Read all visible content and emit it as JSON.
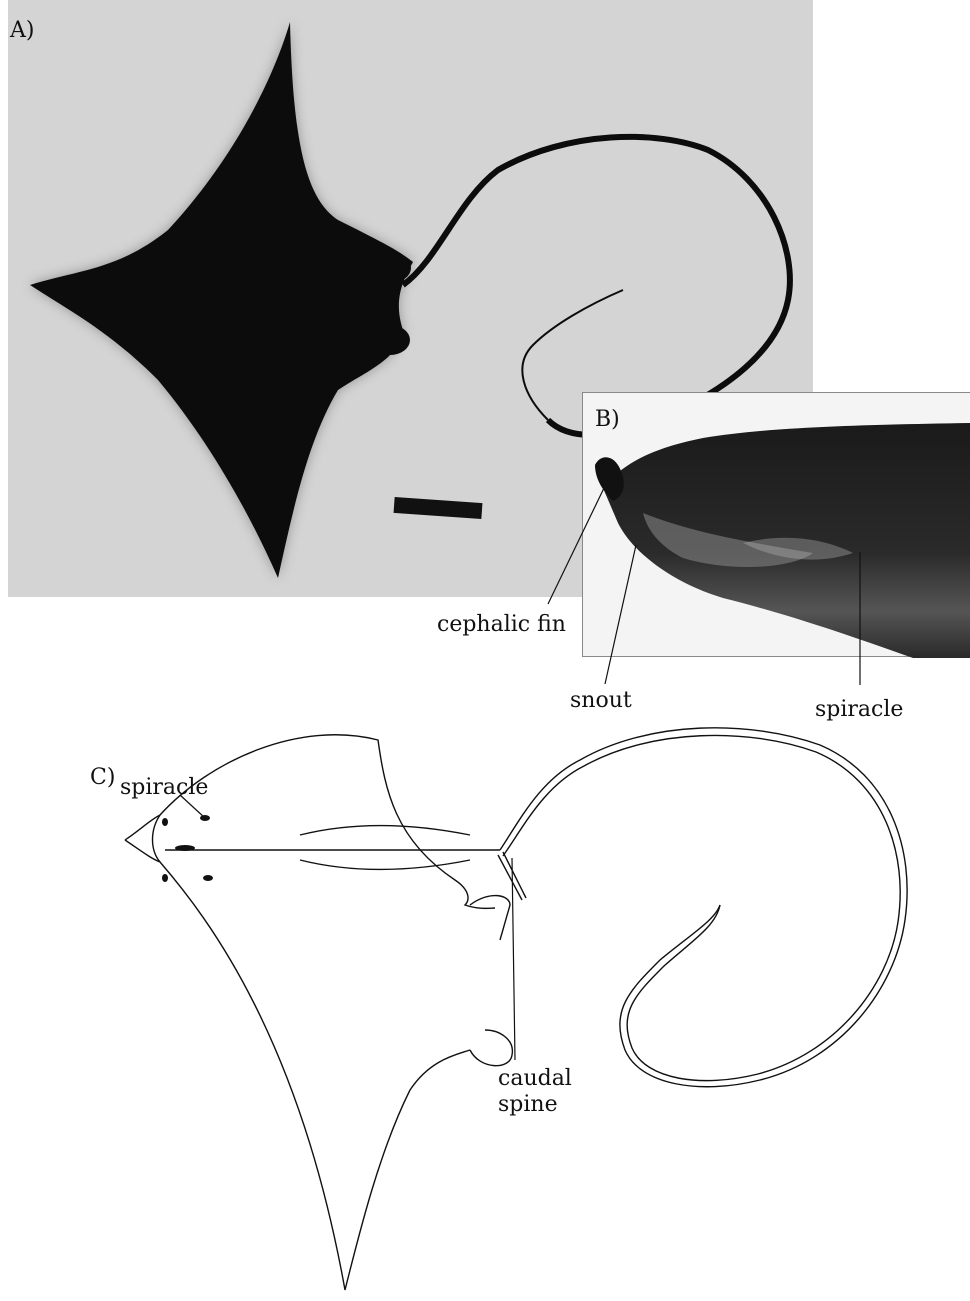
{
  "figure": {
    "panels": [
      {
        "letter": "A)"
      },
      {
        "letter": "B)",
        "labels": [
          "cephalic fin",
          "snout",
          "spiracle"
        ]
      },
      {
        "letter": "C)",
        "labels": [
          "spiracle",
          "caudal",
          "spine"
        ]
      }
    ]
  }
}
